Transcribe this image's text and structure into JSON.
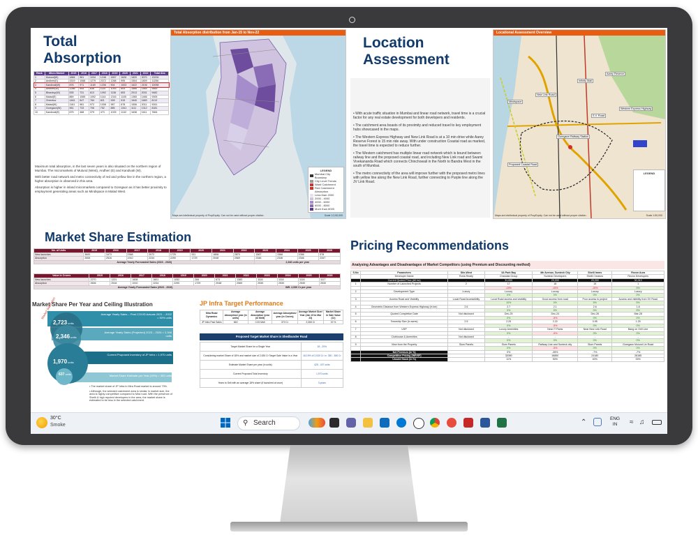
{
  "total_absorption": {
    "title_line1": "Total",
    "title_line2": "Absorption",
    "map_header": "Total Absorption distribution from Jan-15 to Nov-22",
    "table_headers": [
      "Rank",
      "Micro Market",
      "2015",
      "2016",
      "2017",
      "2018",
      "2019",
      "2020",
      "2021",
      "2022",
      "Total Abs"
    ],
    "rows": [
      [
        "1",
        "Mulund(W)",
        "1884",
        "961",
        "1034",
        "1248",
        "1657",
        "1626",
        "1820",
        "3070",
        "13226"
      ],
      [
        "2",
        "Andheri(E)",
        "1519",
        "1068",
        "1279",
        "2372",
        "1268",
        "995",
        "1504",
        "1809",
        "11256"
      ],
      [
        "3",
        "Kandivali(W)",
        "876",
        "971",
        "1169",
        "1206",
        "904",
        "1003",
        "1622",
        "2106",
        "10098"
      ],
      [
        "4",
        "Andheri(W)",
        "1286",
        "905",
        "836",
        "1110",
        "1093",
        "604",
        "1666",
        "1564",
        "9469"
      ],
      [
        "5",
        "Bhandup(W)",
        "535",
        "731",
        "813",
        "1092",
        "1136",
        "653",
        "2013",
        "2031",
        "9482"
      ],
      [
        "6",
        "Malad(E)",
        "869",
        "1065",
        "1092",
        "1144",
        "1316",
        "1105",
        "1365",
        "1466",
        "9305"
      ],
      [
        "7",
        "Chembur",
        "1461",
        "647",
        "784",
        "821",
        "928",
        "915",
        "1640",
        "1683",
        "8113"
      ],
      [
        "8",
        "Malad(W)",
        "1161",
        "981",
        "972",
        "1008",
        "987",
        "678",
        "1506",
        "2011",
        "9261"
      ],
      [
        "9",
        "Goregaon(W)",
        "961",
        "733",
        "706",
        "752",
        "885",
        "1341",
        "1111",
        "1312",
        "8181"
      ],
      [
        "10",
        "Kandivali(E)",
        "675",
        "468",
        "379",
        "473",
        "1025",
        "1132",
        "1636",
        "1611",
        "7664"
      ]
    ],
    "bullets": [
      "Maximum total absorption, in the last seven years is also situated on the northern region of Mumbai. The micromarkets of Mulund (West), Andheri (E) and Kandivali (W).",
      "With better road network and metro connectivity of red and yellow line in the northern region, a higher absorption is observed in this area.",
      "Absorption is higher in inland micromarkets compared to Goregaon as it has better proximity to employment generating areas such as Mindspace in Malad West."
    ],
    "legend_title": "LEGEND",
    "legend_items": [
      "Mumbai City Boundary",
      "City Level Trends",
      "Ward Catchment",
      "Red Catchment",
      "Absorption",
      "Less than 2000",
      "2000 - 4000",
      "4000 - 6000",
      "6000 - 8000",
      "More than 8000"
    ],
    "footer": "Maps are intellectual property of PropEquity. Can not be used without proper citation.",
    "scale": "Scale 1:2,50,000"
  },
  "location_assessment": {
    "title_line1": "Location",
    "title_line2": "Assessment",
    "map_header": "Locational Assessment Overview",
    "bullets": [
      "With acute traffic situation in Mumbai and linear road network, travel time is a crucial factor for any real estate development for both developers and residents.",
      "The catchment area boasts of its proximity and reduced travel to key employment hubs showcased in the maps.",
      "The Western Express Highway and New Link Road is at a 10 min drive while Aarey Reserve Forest is 15 min ride away. With under construction Coastal road as marked, the travel time is expected to reduce further.",
      "The Western catchment has multiple linear road network which is bound between railway line and the proposed coastal road, and including New Link road and Swami Vivekananda Road which connects Chinchowali in the North to Bandra West in the south of Mumbai.",
      "The metro connectivity of the area will improve further with the proposed metro lines with yellow line along the New Link Road, further connecting to Purple line along the JV Link Road."
    ],
    "map_labels": [
      "Proposed Coastal Road",
      "Mindspace",
      "Infinity Mall",
      "Goregaon Railway Station",
      "Aarey Reserve",
      "Western Express Highway",
      "New Link Road",
      "S.V. Road"
    ],
    "legend_title": "LEGEND",
    "footer": "Maps are intellectual property of PropEquity. Can not be used without proper citation.",
    "scale": "Scale 1:50,000"
  },
  "market_share": {
    "title": "Market Share Estimation",
    "table1_header": [
      "No. of Units",
      "2015",
      "2016",
      "2017",
      "2018",
      "2019",
      "2020",
      "2021",
      "2022",
      "2023",
      "2024",
      "2025",
      "2026"
    ],
    "table1_rows": [
      [
        "New launches",
        "3600",
        "1673",
        "2368",
        "2072",
        "1725",
        "511",
        "1808",
        "2870",
        "1567",
        "1568",
        "1056",
        "978"
      ],
      [
        "Absorption",
        "2606",
        "2516",
        "1910",
        "2234",
        "2290",
        "1729",
        "2048",
        "2569",
        "2346",
        "2346",
        "2346",
        "2347"
      ]
    ],
    "table1_band": "Average Yearly Forecasted Sales (2023 - 2026)",
    "table1_value": "2,346 units per year",
    "table2_header": [
      "Value in Crores",
      "2015",
      "2016",
      "2017",
      "2018",
      "2019",
      "2020",
      "2021",
      "2022",
      "2023",
      "2024",
      "2025",
      "2026"
    ],
    "table2_rows": [
      [
        "New launches",
        "2270",
        "1201",
        "1608",
        "1601",
        "1052",
        "284",
        "673",
        "1383",
        "1116",
        "1116",
        "1116",
        "1117"
      ],
      [
        "Absorption",
        "2606",
        "2516",
        "1910",
        "2234",
        "2290",
        "1729",
        "2048",
        "2569",
        "2530",
        "2530",
        "2530",
        "2530"
      ]
    ],
    "table2_band": "Average Yearly Forecasted Sales (2023 - 2026)",
    "table2_value": "INR. 2,530 Cr per year",
    "funnel_title": "Market Share Per Year and Ceiling Illustration",
    "funnel_side_label": "Market Saturation",
    "funnel_values": [
      "2,723",
      "2,346",
      "1,970",
      "637"
    ],
    "funnel_unit": "units",
    "funnel_labels": [
      "Average Yearly Sales – Post COVID Actuals 2021 – 2022 = 30% units",
      "Average Yearly Sales (Projected) 2023 – 2026 = 2,346 units",
      "Current Proposed Inventory of JP Infra = 1,970 units",
      "Market Share Estimate per Year (19%) = 302 units"
    ],
    "funnel_notes": [
      "The market share of JP Infra in Mira Road market is around 73%.",
      "Although, the selected catchment area is similar in market size, the area is highly competitive compared to Mira road. With the presence of Sheth & high reputed developers in the area, the market share is estimated to be less in the selected catchment."
    ],
    "jp_title": "JP Infra Target Performance",
    "jp_headers": [
      "Mira Road Dynamics",
      "Average Absorption/ year (in units)",
      "Average Absorption /year (in Msft)",
      "Average Absorption/ year (in Crores)",
      "Average Market Size/ Year (Jan 15 to Mar 23)",
      "Market Share in Sale Value (Cr)"
    ],
    "jp_row": [
      "JP Infra Past Sales",
      "660",
      "0.33 Msft",
      "370 Cr",
      "2,065 Cr",
      "19 %"
    ],
    "jp_band": "Proposed Target Market Share in Shedbunder Road",
    "jp_rows": [
      [
        "Target Market Share for a Single Year",
        "18 - 20%"
      ],
      [
        "Considering market Share of 18% and market size of 2,530 Cr Target Sale Value in a Year",
        "18-19% of 2,530 Cr i.e. 350 - 380 Cr"
      ],
      [
        "Estimate Market Share per year (in units)",
        "425 - 437 units"
      ],
      [
        "Current Proposed Total inventory",
        "1,970 units"
      ],
      [
        "Years to Sell with an average 18% share (if launched at once)",
        "3 years"
      ]
    ]
  },
  "pricing": {
    "title": "Pricing Recommendations",
    "subtitle": "Analysing Advantages and Disadvantages of Market Competitors (using Premium and Discounting method)",
    "headers": [
      "S.No",
      "Parameters",
      "Site-West",
      "3A Park Bay",
      "4th Avenue, Sunteck City",
      "Shelli Imms",
      "Rezon Aura"
    ],
    "developer_row": [
      "",
      "Developer Name",
      "Roha Realty",
      "Chandak Group",
      "Sunteck Developers",
      "Shelli Creators",
      "Rezon Developers"
    ],
    "price_row": [
      "",
      "Current Quoted Price (All inc)",
      "-",
      "31,000",
      "29,000",
      "25,000",
      "30,313"
    ],
    "rows": [
      [
        "1",
        "Number of Launched Projects",
        "2",
        "17",
        "18",
        "15",
        "1"
      ],
      [
        "2",
        "Development Type",
        "Luxury",
        "Luxury",
        "Luxury",
        "Luxury",
        "Luxury"
      ],
      [
        "3",
        "Access Road and Visibility",
        "Local Road Accessibility",
        "Local Road access and visibility",
        "Good access from road",
        "Poor access to project",
        "Access and visibility from SV Road"
      ],
      [
        "4",
        "Geometric Distance from Western Express Highway (in km)",
        "2.6",
        "2.7",
        "2.1",
        "2.6",
        "1.8"
      ],
      [
        "5",
        "Quoted Completion Date",
        "Not disclosed",
        "Dec-25",
        "Dec-24",
        "Dec-26",
        "Mar-28"
      ],
      [
        "6",
        "Township Size (in acres)",
        "2.5",
        "2.25",
        "2.22",
        "0.95",
        "1.25"
      ],
      [
        "7",
        "USP",
        "Not disclosed",
        "Luxury Amenities",
        "Near IT Parks",
        "Near New Link Road",
        "Bang on Grill Line"
      ],
      [
        "8",
        "Clubhouse & Amenities",
        "Not disclosed",
        "-",
        "-",
        "-",
        "-"
      ],
      [
        "9",
        "View from the Property",
        "Slum Panels",
        "Slum Panels",
        "Railway Line and Sunteck city",
        "Slum Panels",
        "Goregaon Mulund Lin Road"
      ]
    ],
    "row_pcts": [
      [
        "",
        "-15%",
        "-15%",
        "-15%",
        "5%"
      ],
      [
        "",
        "0%",
        "0%",
        "0%",
        "0%"
      ],
      [
        "",
        "10%",
        "0%",
        "5%",
        "5%"
      ],
      [
        "",
        "0%",
        "5%",
        "0%",
        "5%"
      ],
      [
        "",
        "0%",
        "-5%",
        "0%",
        "0%"
      ],
      [
        "",
        "0%",
        "-5%",
        "0%",
        "0%"
      ],
      [
        "",
        "0%",
        "-5%",
        "0%",
        "0%"
      ],
      [
        "",
        "0%",
        "0%",
        "0%",
        "0%"
      ],
      [
        "",
        "0%",
        "-5%",
        "0%",
        "0%"
      ]
    ],
    "net_premium_label": "Net Premium (in %)",
    "net_premium": [
      "",
      "0%",
      "-35%",
      "-7%",
      "-7%"
    ],
    "comp_label": "Competitive Pricing (INR/SF)",
    "comp_values": [
      "",
      "32080",
      "16850",
      "24180",
      "28185"
    ],
    "unsold_label": "Unsold Stock (in %)",
    "unsold_values": [
      "",
      "11%",
      "50%",
      "40%",
      "33%"
    ]
  },
  "taskbar": {
    "weather_temp": "30°C",
    "weather_desc": "Smoke",
    "search_label": "Search",
    "lang_line1": "ENG",
    "lang_line2": "IN",
    "accent": "#0067c0"
  }
}
